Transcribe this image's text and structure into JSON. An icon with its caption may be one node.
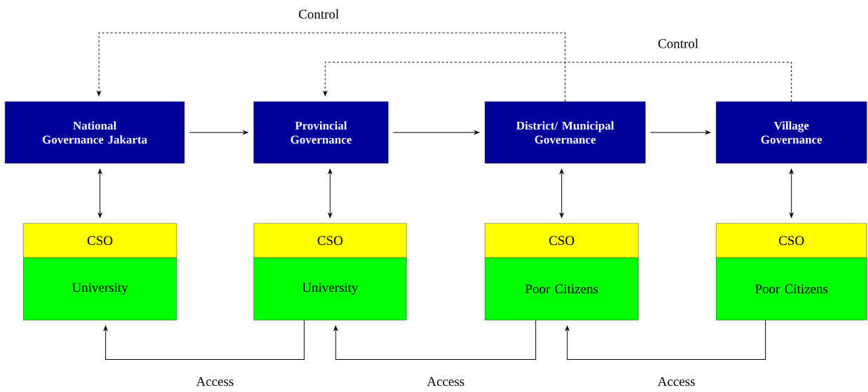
{
  "diagram": {
    "nodes": [
      {
        "text": [
          "National Governance Jakarta"
        ]
      },
      {
        "text": [
          "Provincial Governance"
        ]
      },
      {
        "text": [
          "District/ Municipal Governance"
        ]
      },
      {
        "text": [
          "Village Governance"
        ]
      },
      {
        "text": [
          "CSO"
        ]
      },
      {
        "text": [
          "University"
        ]
      },
      {
        "text": [
          "CSO"
        ]
      },
      {
        "text": [
          "University"
        ]
      },
      {
        "text": [
          "CSO"
        ]
      },
      {
        "text": [
          "Poor Citizens"
        ]
      },
      {
        "text": [
          "CSO"
        ]
      },
      {
        "text": [
          "Poor Citizens"
        ]
      }
    ],
    "edges": [
      {
        "from": 0,
        "to": 1,
        "arrow": "to"
      },
      {
        "from": 1,
        "to": 2,
        "arrow": "to"
      },
      {
        "from": 2,
        "to": 3,
        "arrow": "to"
      },
      {
        "from": 0,
        "to": 4,
        "arrow": "both"
      },
      {
        "from": 1,
        "to": 6,
        "arrow": "both"
      },
      {
        "from": 2,
        "to": 8,
        "arrow": "both"
      },
      {
        "from": 3,
        "to": 10,
        "arrow": "both"
      },
      {
        "from": 2,
        "to": 0,
        "arrow": "to",
        "style": "dashed",
        "label": "Control"
      },
      {
        "from": 3,
        "to": 1,
        "arrow": "to",
        "style": "dashed",
        "label": "Control"
      },
      {
        "from": 7,
        "to": 5,
        "arrow": "to",
        "label": "Access"
      },
      {
        "from": 9,
        "to": 7,
        "arrow": "to",
        "label": "Access"
      },
      {
        "from": 11,
        "to": 9,
        "arrow": "to",
        "label": "Access"
      }
    ]
  }
}
